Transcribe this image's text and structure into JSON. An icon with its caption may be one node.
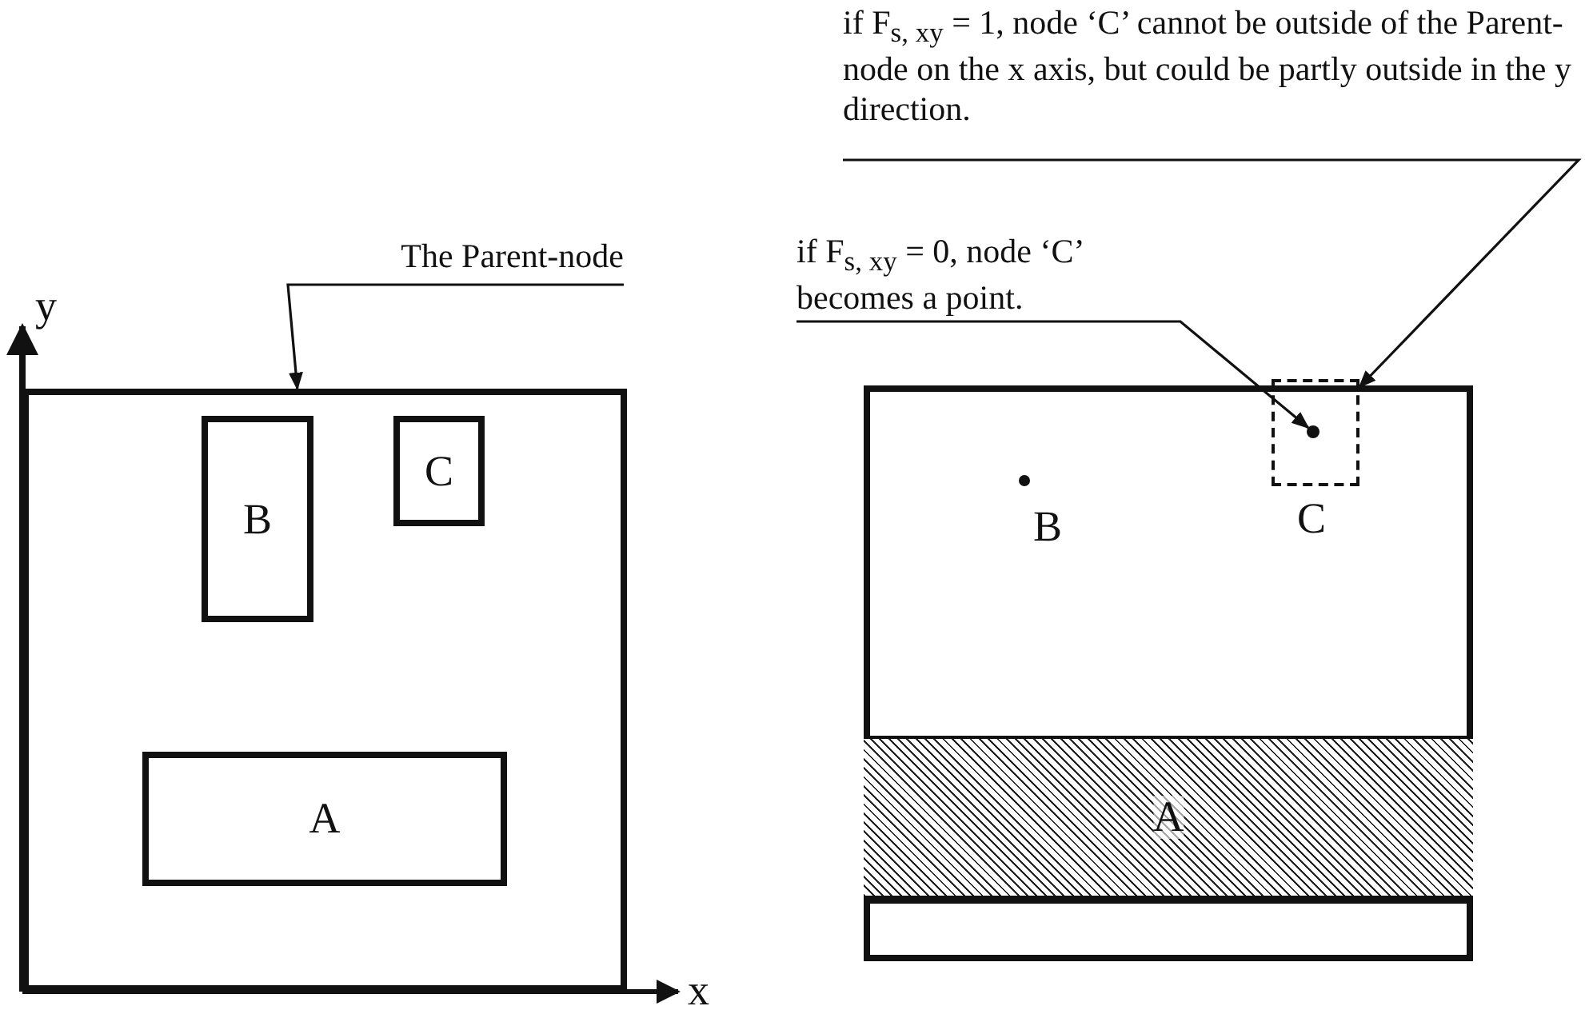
{
  "diagram": {
    "nodes": [
      {
        "text": [],
        "shape": "box"
      },
      {
        "text": [
          "B"
        ],
        "in": 0
      },
      {
        "text": [
          "C"
        ],
        "in": 0
      },
      {
        "text": [
          "A"
        ],
        "in": 0
      },
      {
        "text": [
          "The Parent-node"
        ]
      },
      {
        "text": [],
        "shape": "box"
      },
      {
        "text": [
          "A"
        ],
        "in": 5
      },
      {
        "text": [],
        "shape": "circle",
        "in": 5,
        "beside": [
          "B"
        ]
      },
      {
        "text": [],
        "shape": "box",
        "in": 5,
        "beside": [
          "C"
        ]
      },
      {
        "text": [],
        "shape": "circle",
        "in": 8
      },
      {
        "text": [
          "if F$_{s, xy}$ = 0, node ‘C’ becomes a point."
        ]
      },
      {
        "text": [
          "if F$_{s, xy}$ = 1, node ‘C’ cannot be outside of the Parent-node on the x axis, but could be partly outside in the y direction."
        ]
      }
    ],
    "edges": [
      {
        "from": 4,
        "to": 0,
        "arrow": "to"
      },
      {
        "from": 10,
        "to": 9,
        "arrow": "to"
      },
      {
        "from": 11,
        "to": 8,
        "arrow": "to"
      }
    ],
    "labels": [
      "y",
      "x"
    ]
  }
}
